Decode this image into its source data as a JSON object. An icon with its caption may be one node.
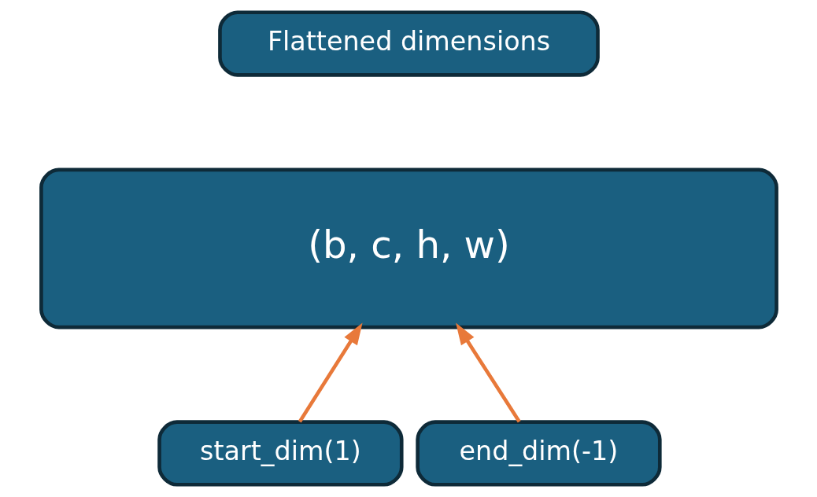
{
  "diagram": {
    "nodes": [
      {
        "text": [
          "Flattened dimensions"
        ]
      },
      {
        "text": [
          "(b, c, h, w)"
        ]
      },
      {
        "text": [
          "start_dim(1)"
        ]
      },
      {
        "text": [
          "end_dim(-1)"
        ]
      }
    ],
    "edges": [
      {
        "from": 2,
        "to": 1,
        "arrow": "to"
      },
      {
        "from": 3,
        "to": 1,
        "arrow": "to"
      }
    ]
  }
}
